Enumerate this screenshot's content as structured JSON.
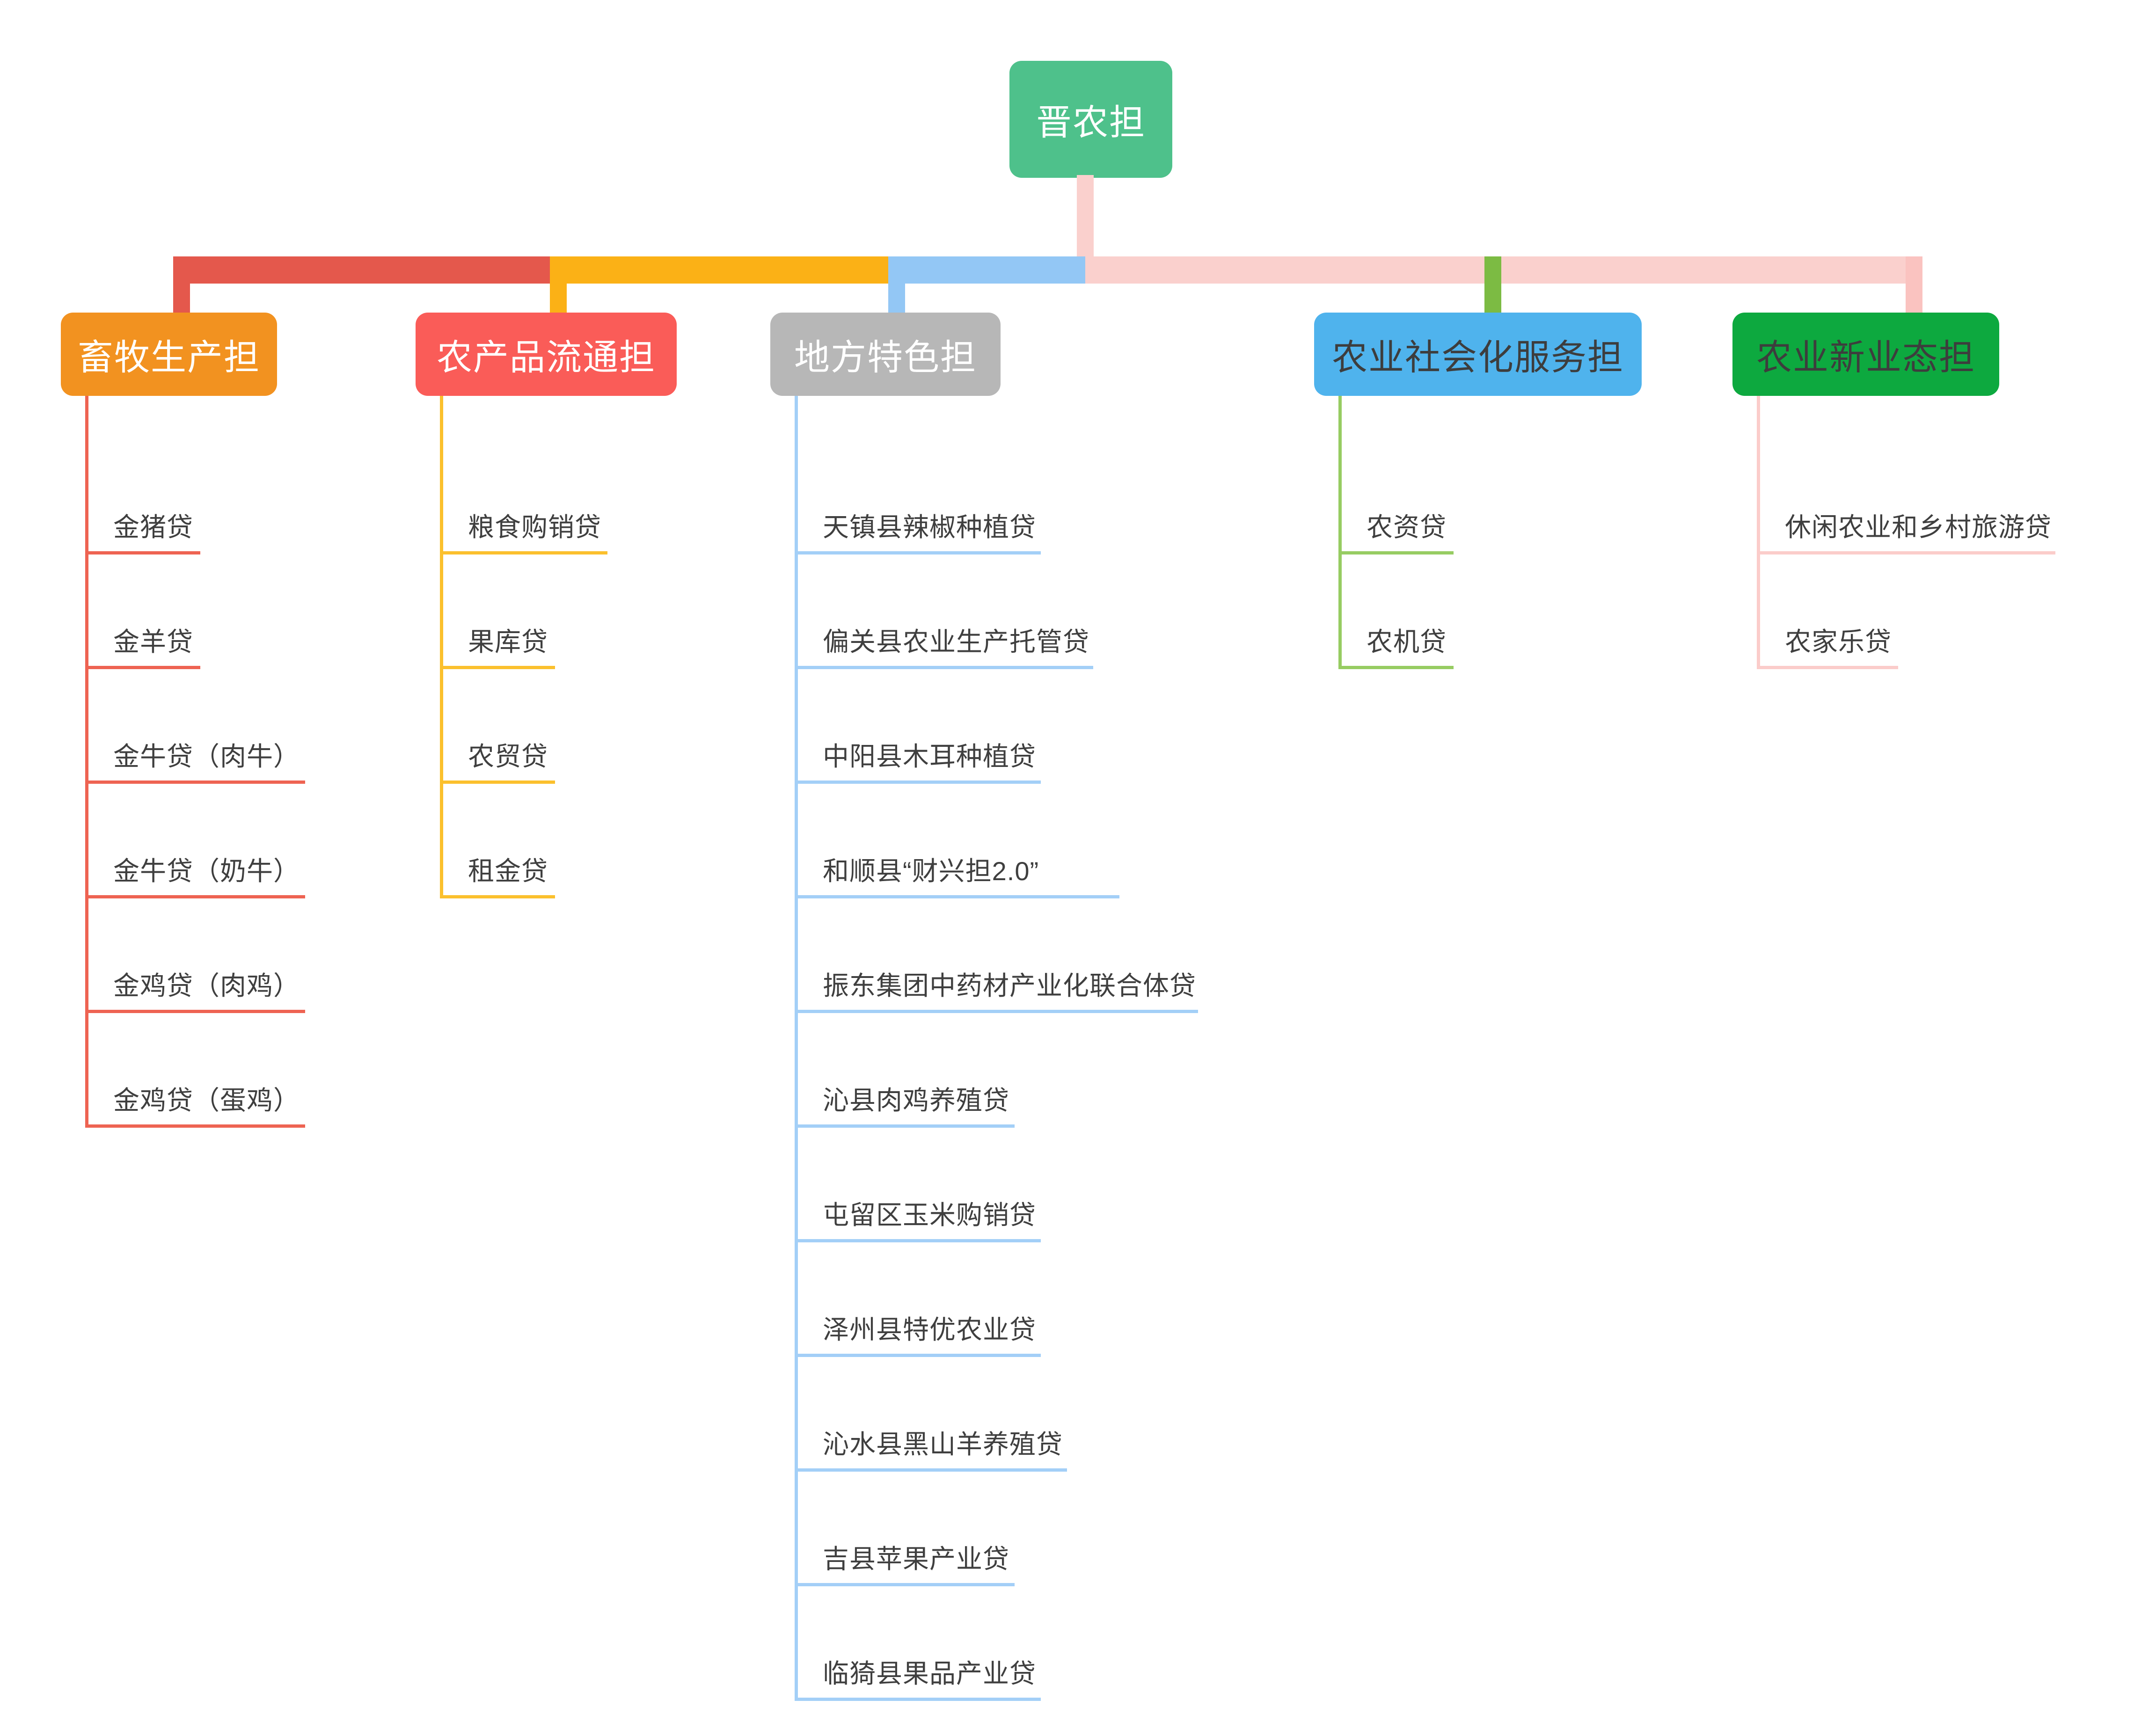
{
  "diagram": {
    "title": "晋农担",
    "type": "organization-tree",
    "root": {
      "label": "晋农担",
      "color": "#4EC18B",
      "text_color": "#FFFFFF"
    },
    "trunk_color": "#FAD0CD",
    "branches": [
      {
        "label": "畜牧生产担",
        "color": "#F29220",
        "text_color": "#FFFFFF",
        "connector_color": "#E4584C",
        "leaf_color": "#EE6352",
        "items": [
          "金猪贷",
          "金羊贷",
          "金牛贷（肉牛）",
          "金牛贷（奶牛）",
          "金鸡贷（肉鸡）",
          "金鸡贷（蛋鸡）"
        ]
      },
      {
        "label": "农产品流通担",
        "color": "#FA5C58",
        "text_color": "#FFFFFF",
        "connector_color": "#FBB116",
        "leaf_color": "#FBC02D",
        "items": [
          "粮食购销贷",
          "果库贷",
          "农贸贷",
          "租金贷"
        ]
      },
      {
        "label": "地方特色担",
        "color": "#B7B7B7",
        "text_color": "#FFFFFF",
        "connector_color": "#93C7F5",
        "leaf_color": "#A3CFF7",
        "items": [
          "天镇县辣椒种植贷",
          "偏关县农业生产托管贷",
          "中阳县木耳种植贷",
          "和顺县“财兴担2.0”",
          "振东集团中药材产业化联合体贷",
          "沁县肉鸡养殖贷",
          "屯留区玉米购销贷",
          "泽州县特优农业贷",
          "沁水县黑山羊养殖贷",
          "吉县苹果产业贷",
          "临猗县果品产业贷"
        ]
      },
      {
        "label": "农业社会化服务担",
        "color": "#4FB3ED",
        "text_color": "#3D3D3D",
        "connector_color": "#7CBB43",
        "leaf_color": "#97CC62",
        "items": [
          "农资贷",
          "农机贷"
        ]
      },
      {
        "label": "农业新业态担",
        "color": "#0DA93F",
        "text_color": "#3D3D3D",
        "connector_color": "#FAC3C0",
        "leaf_color": "#FBCCCA",
        "items": [
          "休闲农业和乡村旅游贷",
          "农家乐贷"
        ]
      }
    ]
  }
}
